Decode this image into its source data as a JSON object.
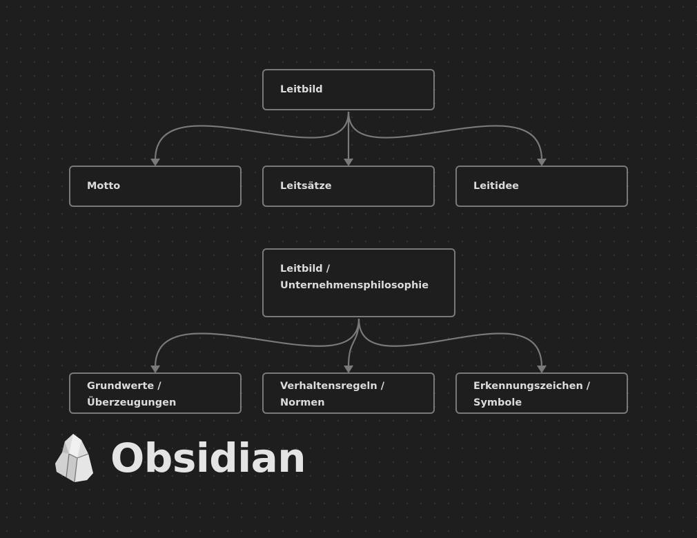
{
  "canvas": {
    "background_color": "#1e1e1e",
    "grid_dot_color": "#3a3a3a",
    "edge_color": "#7a7a7a",
    "node_border_color": "#7a7a7a",
    "text_color": "#dcdcdc"
  },
  "nodes": {
    "leitbild": {
      "lines": [
        "Leitbild"
      ]
    },
    "motto": {
      "lines": [
        "Motto"
      ]
    },
    "leitsaetze": {
      "lines": [
        "Leitsätze"
      ]
    },
    "leitidee": {
      "lines": [
        "Leitidee"
      ]
    },
    "philosophie": {
      "lines": [
        "Leitbild /",
        "Unternehmensphilosophie"
      ]
    },
    "grundwerte": {
      "lines": [
        "Grundwerte /",
        "Überzeugungen"
      ]
    },
    "verhaltensregeln": {
      "lines": [
        "Verhaltensregeln /",
        "Normen"
      ]
    },
    "erkennungszeichen": {
      "lines": [
        "Erkennungszeichen /",
        "Symbole"
      ]
    }
  },
  "edges": [
    {
      "from": "leitbild",
      "to": "motto"
    },
    {
      "from": "leitbild",
      "to": "leitsaetze"
    },
    {
      "from": "leitbild",
      "to": "leitidee"
    },
    {
      "from": "philosophie",
      "to": "grundwerte"
    },
    {
      "from": "philosophie",
      "to": "verhaltensregeln"
    },
    {
      "from": "philosophie",
      "to": "erkennungszeichen"
    }
  ],
  "brand": {
    "name": "Obsidian",
    "icon": "obsidian-logo-icon"
  }
}
